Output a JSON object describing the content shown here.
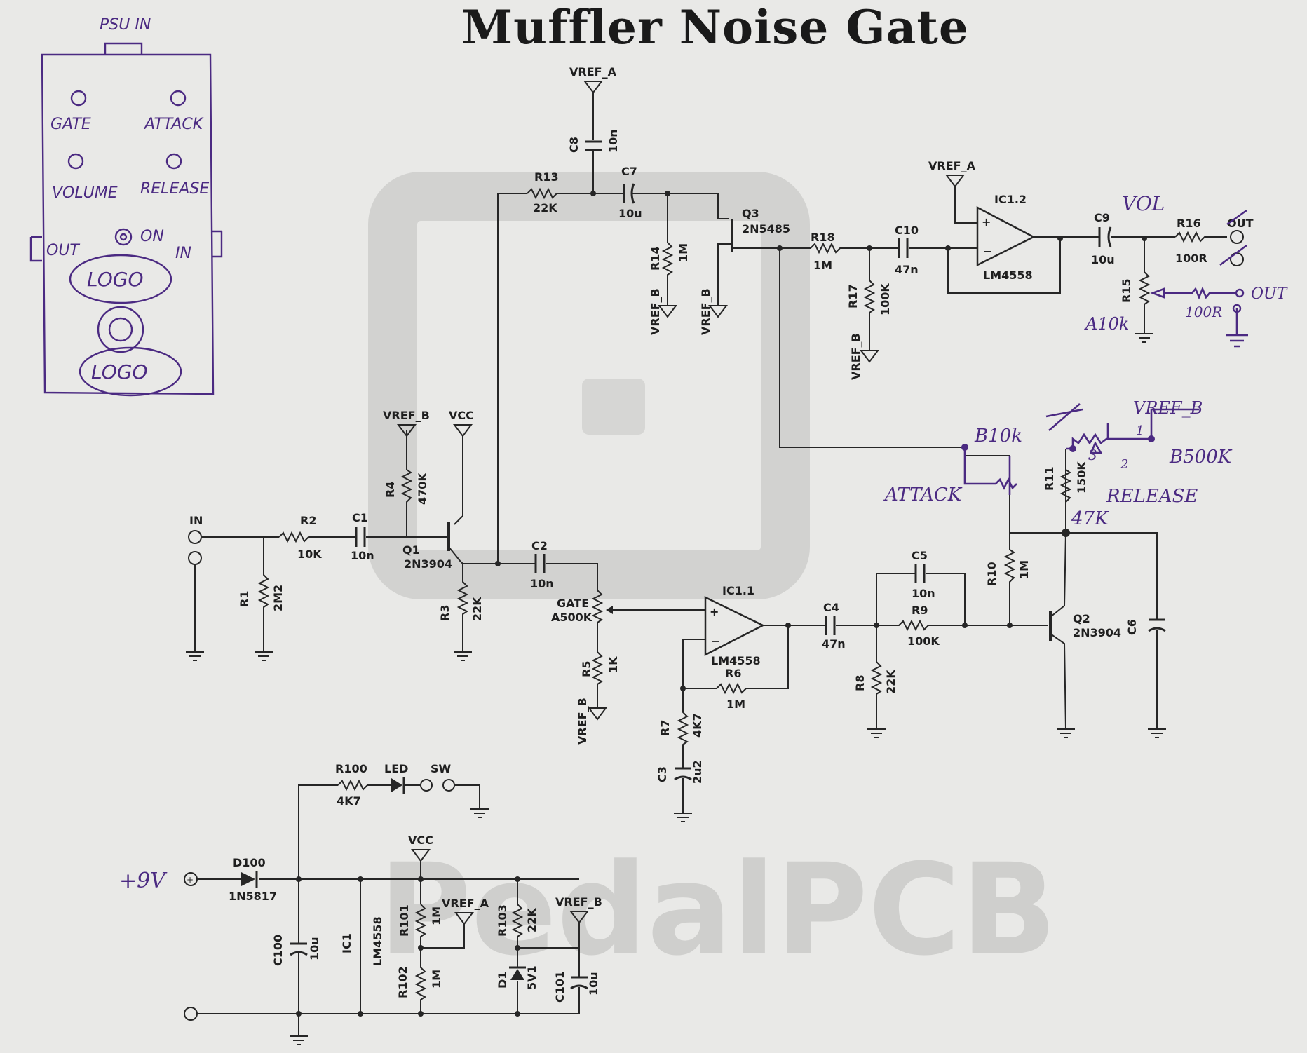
{
  "title": "Muffler Noise Gate",
  "watermark": "PedalPCB",
  "colors": {
    "ink": "#262626",
    "pen": "#4b2a82",
    "paper": "#e9e9e7",
    "watermark": "#cdcdcb"
  },
  "enclosure_sketch": {
    "power_jack": "PSU IN",
    "knobs": [
      "GATE",
      "ATTACK",
      "VOLUME",
      "RELEASE"
    ],
    "switch": "ON",
    "left_jack": "OUT",
    "right_jack": "IN",
    "logo_top": "LOGO",
    "logo_bottom": "LOGO"
  },
  "labels": {
    "in": "IN",
    "vref_a": "VREF_A",
    "vref_b": "VREF_B",
    "vcc": "VCC",
    "out": "OUT",
    "ic1_2": "IC1.2",
    "ic1_1": "IC1.1",
    "ic1": "IC1",
    "lm4558": "LM4558",
    "power": "+9V",
    "led": "LED",
    "sw": "SW",
    "gate": "GATE",
    "gate_val": "A500K",
    "q1": "Q1",
    "q1_val": "2N3904",
    "q2": "Q2",
    "q2_val": "2N3904",
    "q3": "Q3",
    "q3_val": "2N5485",
    "d100": "D100",
    "d100_val": "1N5817",
    "d1": "D1",
    "d1_val": "5V1"
  },
  "components": {
    "r1": [
      "R1",
      "2M2"
    ],
    "r2": [
      "R2",
      "10K"
    ],
    "r3": [
      "R3",
      "22K"
    ],
    "r4": [
      "R4",
      "470K"
    ],
    "r5": [
      "R5",
      "1K"
    ],
    "r6": [
      "R6",
      "1M"
    ],
    "r7": [
      "R7",
      "4K7"
    ],
    "r8": [
      "R8",
      "22K"
    ],
    "r9": [
      "R9",
      "100K"
    ],
    "r10": [
      "R10",
      "1M"
    ],
    "r11": [
      "R11",
      "150K"
    ],
    "r13": [
      "R13",
      "22K"
    ],
    "r14": [
      "R14",
      "1M"
    ],
    "r15": [
      "R15",
      ""
    ],
    "r16": [
      "R16",
      "100R"
    ],
    "r17": [
      "R17",
      "100K"
    ],
    "r18": [
      "R18",
      "1M"
    ],
    "r100": [
      "R100",
      "4K7"
    ],
    "r101": [
      "R101",
      "1M"
    ],
    "r102": [
      "R102",
      "1M"
    ],
    "r103": [
      "R103",
      "22K"
    ],
    "c1": [
      "C1",
      "10n"
    ],
    "c2": [
      "C2",
      "10n"
    ],
    "c3": [
      "C3",
      "2u2"
    ],
    "c4": [
      "C4",
      "47n"
    ],
    "c5": [
      "C5",
      "10n"
    ],
    "c6": [
      "C6",
      ""
    ],
    "c7": [
      "C7",
      "10u"
    ],
    "c8": [
      "C8",
      "10n"
    ],
    "c9": [
      "C9",
      "10u"
    ],
    "c10": [
      "C10",
      "47n"
    ],
    "c100": [
      "C100",
      "10u"
    ],
    "c101": [
      "C101",
      "10u"
    ]
  },
  "handwritten": {
    "vol": "VOL",
    "a10k": "A10k",
    "out_small": "OUT",
    "r_100r": "100R",
    "b10k": "B10k",
    "attack": "ATTACK",
    "b500k": "B500K",
    "release": "RELEASE",
    "r47k": "47K",
    "vref_b": "VREF_B",
    "nine_v": "+9V",
    "pin1": "1",
    "pin2": "2",
    "pin3": "3"
  }
}
